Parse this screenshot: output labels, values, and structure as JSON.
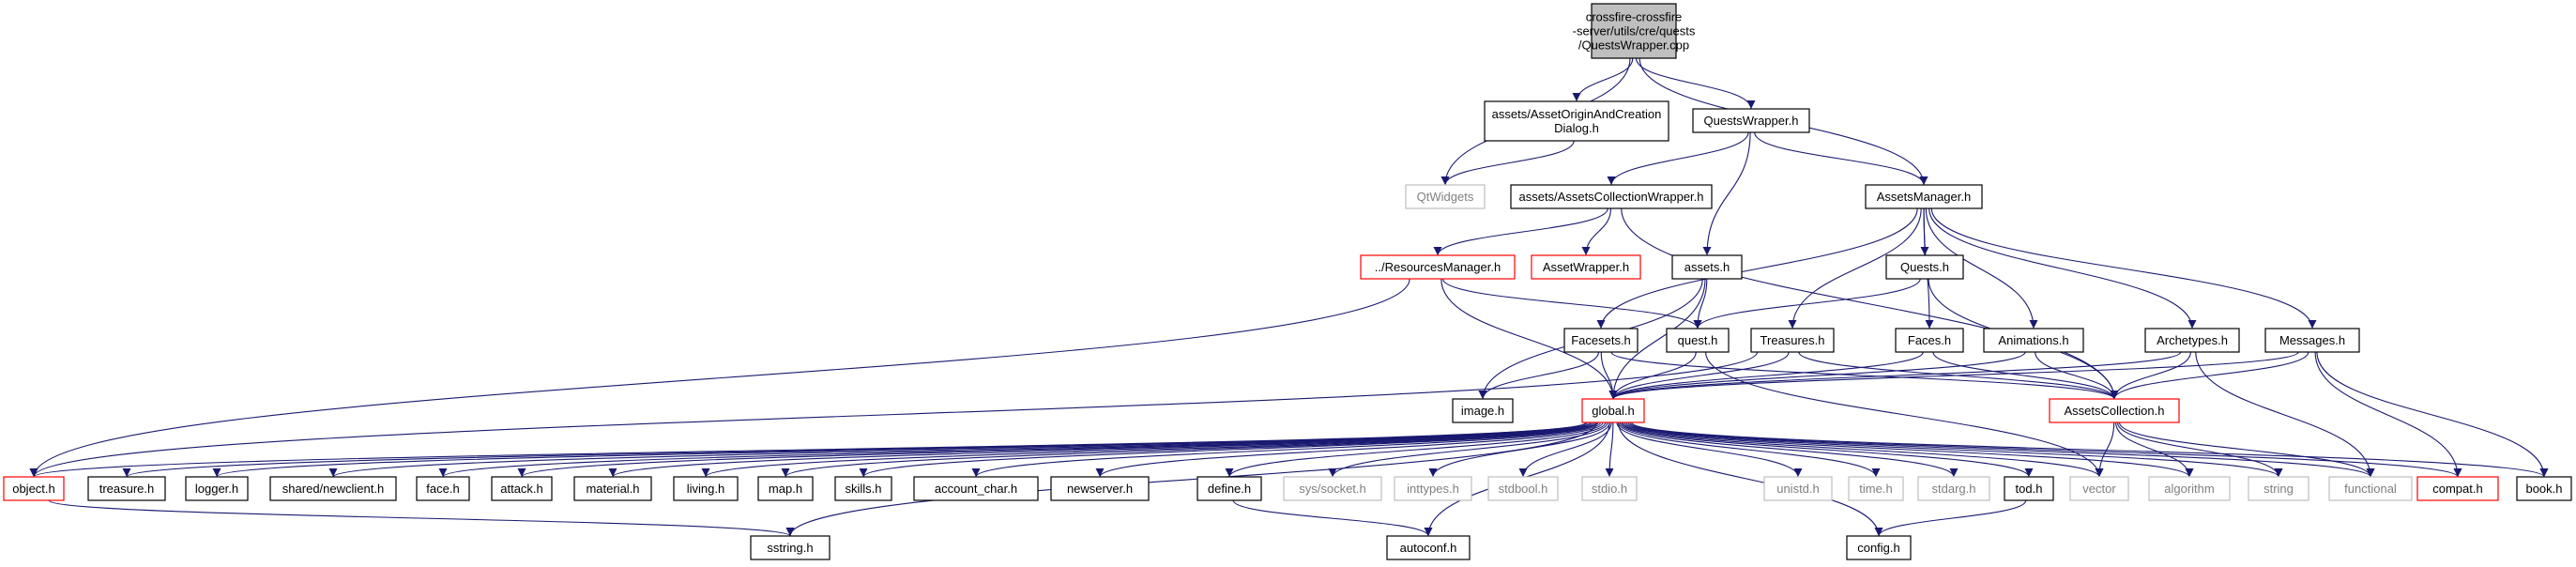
{
  "colors": {
    "edge": "#191970",
    "border_default": "#000000",
    "border_truncated": "#ff0000",
    "border_external": "#bfbfbf",
    "root_fill": "#bfbfbf",
    "text_default": "#000000",
    "text_truncated": "#ff0000",
    "text_external": "#7f7f7f"
  },
  "graph": {
    "nodes": [
      {
        "id": "root",
        "lines": [
          "crossfire-crossfire",
          "-server/utils/cre/quests",
          "/QuestsWrapper.cpp"
        ],
        "kind": "root"
      },
      {
        "id": "assetorigin",
        "lines": [
          "assets/AssetOriginAndCreation",
          "Dialog.h"
        ],
        "kind": "normal"
      },
      {
        "id": "questswrapper",
        "lines": [
          "QuestsWrapper.h"
        ],
        "kind": "normal"
      },
      {
        "id": "qtwidgets",
        "lines": [
          "QtWidgets"
        ],
        "kind": "external"
      },
      {
        "id": "assetscollwrapper",
        "lines": [
          "assets/AssetsCollectionWrapper.h"
        ],
        "kind": "normal"
      },
      {
        "id": "assetsmanager",
        "lines": [
          "AssetsManager.h"
        ],
        "kind": "normal"
      },
      {
        "id": "resourcesmanager",
        "lines": [
          "../ResourcesManager.h"
        ],
        "kind": "truncated"
      },
      {
        "id": "assetwrapper",
        "lines": [
          "AssetWrapper.h"
        ],
        "kind": "truncated"
      },
      {
        "id": "assets",
        "lines": [
          "assets.h"
        ],
        "kind": "normal"
      },
      {
        "id": "quests",
        "lines": [
          "Quests.h"
        ],
        "kind": "normal"
      },
      {
        "id": "facesets",
        "lines": [
          "Facesets.h"
        ],
        "kind": "normal"
      },
      {
        "id": "quest",
        "lines": [
          "quest.h"
        ],
        "kind": "normal"
      },
      {
        "id": "treasures",
        "lines": [
          "Treasures.h"
        ],
        "kind": "normal"
      },
      {
        "id": "faces",
        "lines": [
          "Faces.h"
        ],
        "kind": "normal"
      },
      {
        "id": "animations",
        "lines": [
          "Animations.h"
        ],
        "kind": "normal"
      },
      {
        "id": "archetypes",
        "lines": [
          "Archetypes.h"
        ],
        "kind": "normal"
      },
      {
        "id": "messages",
        "lines": [
          "Messages.h"
        ],
        "kind": "normal"
      },
      {
        "id": "image",
        "lines": [
          "image.h"
        ],
        "kind": "normal"
      },
      {
        "id": "global",
        "lines": [
          "global.h"
        ],
        "kind": "truncated"
      },
      {
        "id": "assetscollection",
        "lines": [
          "AssetsCollection.h"
        ],
        "kind": "truncated"
      },
      {
        "id": "object",
        "lines": [
          "object.h"
        ],
        "kind": "truncated"
      },
      {
        "id": "treasure",
        "lines": [
          "treasure.h"
        ],
        "kind": "normal"
      },
      {
        "id": "logger",
        "lines": [
          "logger.h"
        ],
        "kind": "normal"
      },
      {
        "id": "newclient",
        "lines": [
          "shared/newclient.h"
        ],
        "kind": "normal"
      },
      {
        "id": "face",
        "lines": [
          "face.h"
        ],
        "kind": "normal"
      },
      {
        "id": "attack",
        "lines": [
          "attack.h"
        ],
        "kind": "normal"
      },
      {
        "id": "material",
        "lines": [
          "material.h"
        ],
        "kind": "normal"
      },
      {
        "id": "living",
        "lines": [
          "living.h"
        ],
        "kind": "normal"
      },
      {
        "id": "map",
        "lines": [
          "map.h"
        ],
        "kind": "normal"
      },
      {
        "id": "skills",
        "lines": [
          "skills.h"
        ],
        "kind": "normal"
      },
      {
        "id": "accountchar",
        "lines": [
          "account_char.h"
        ],
        "kind": "normal"
      },
      {
        "id": "newserver",
        "lines": [
          "newserver.h"
        ],
        "kind": "normal"
      },
      {
        "id": "define",
        "lines": [
          "define.h"
        ],
        "kind": "normal"
      },
      {
        "id": "syssocket",
        "lines": [
          "sys/socket.h"
        ],
        "kind": "external"
      },
      {
        "id": "inttypes",
        "lines": [
          "inttypes.h"
        ],
        "kind": "external"
      },
      {
        "id": "stdbool",
        "lines": [
          "stdbool.h"
        ],
        "kind": "external"
      },
      {
        "id": "stdio",
        "lines": [
          "stdio.h"
        ],
        "kind": "external"
      },
      {
        "id": "unistd",
        "lines": [
          "unistd.h"
        ],
        "kind": "external"
      },
      {
        "id": "time",
        "lines": [
          "time.h"
        ],
        "kind": "external"
      },
      {
        "id": "stdarg",
        "lines": [
          "stdarg.h"
        ],
        "kind": "external"
      },
      {
        "id": "tod",
        "lines": [
          "tod.h"
        ],
        "kind": "normal"
      },
      {
        "id": "vector",
        "lines": [
          "vector"
        ],
        "kind": "external"
      },
      {
        "id": "algorithm",
        "lines": [
          "algorithm"
        ],
        "kind": "external"
      },
      {
        "id": "string",
        "lines": [
          "string"
        ],
        "kind": "external"
      },
      {
        "id": "functional",
        "lines": [
          "functional"
        ],
        "kind": "external"
      },
      {
        "id": "compat",
        "lines": [
          "compat.h"
        ],
        "kind": "truncated"
      },
      {
        "id": "book",
        "lines": [
          "book.h"
        ],
        "kind": "normal"
      },
      {
        "id": "sstring",
        "lines": [
          "sstring.h"
        ],
        "kind": "normal"
      },
      {
        "id": "autoconf",
        "lines": [
          "autoconf.h"
        ],
        "kind": "normal"
      },
      {
        "id": "config",
        "lines": [
          "config.h"
        ],
        "kind": "normal"
      }
    ],
    "edges": [
      [
        "root",
        "qtwidgets"
      ],
      [
        "root",
        "assetorigin"
      ],
      [
        "root",
        "questswrapper"
      ],
      [
        "root",
        "assetsmanager"
      ],
      [
        "assetorigin",
        "qtwidgets"
      ],
      [
        "questswrapper",
        "assetscollwrapper"
      ],
      [
        "questswrapper",
        "assetsmanager"
      ],
      [
        "questswrapper",
        "assets"
      ],
      [
        "assetscollwrapper",
        "resourcesmanager"
      ],
      [
        "assetscollwrapper",
        "assetwrapper"
      ],
      [
        "assetscollwrapper",
        "assetscollection"
      ],
      [
        "assetsmanager",
        "quests"
      ],
      [
        "assetsmanager",
        "facesets"
      ],
      [
        "assetsmanager",
        "treasures"
      ],
      [
        "assetsmanager",
        "faces"
      ],
      [
        "assetsmanager",
        "animations"
      ],
      [
        "assetsmanager",
        "archetypes"
      ],
      [
        "assetsmanager",
        "messages"
      ],
      [
        "resourcesmanager",
        "object"
      ],
      [
        "resourcesmanager",
        "quest"
      ],
      [
        "resourcesmanager",
        "global"
      ],
      [
        "assets",
        "quest"
      ],
      [
        "assets",
        "global"
      ],
      [
        "assets",
        "image"
      ],
      [
        "quests",
        "quest"
      ],
      [
        "quests",
        "assetscollection"
      ],
      [
        "facesets",
        "image"
      ],
      [
        "facesets",
        "global"
      ],
      [
        "facesets",
        "assetscollection"
      ],
      [
        "quest",
        "global"
      ],
      [
        "quest",
        "vector"
      ],
      [
        "treasures",
        "global"
      ],
      [
        "treasures",
        "assetscollection"
      ],
      [
        "treasures",
        "object"
      ],
      [
        "faces",
        "global"
      ],
      [
        "faces",
        "assetscollection"
      ],
      [
        "animations",
        "global"
      ],
      [
        "animations",
        "assetscollection"
      ],
      [
        "archetypes",
        "global"
      ],
      [
        "archetypes",
        "assetscollection"
      ],
      [
        "archetypes",
        "functional"
      ],
      [
        "messages",
        "global"
      ],
      [
        "messages",
        "assetscollection"
      ],
      [
        "messages",
        "compat"
      ],
      [
        "messages",
        "book"
      ],
      [
        "global",
        "object"
      ],
      [
        "global",
        "treasure"
      ],
      [
        "global",
        "logger"
      ],
      [
        "global",
        "newclient"
      ],
      [
        "global",
        "face"
      ],
      [
        "global",
        "attack"
      ],
      [
        "global",
        "material"
      ],
      [
        "global",
        "living"
      ],
      [
        "global",
        "map"
      ],
      [
        "global",
        "skills"
      ],
      [
        "global",
        "accountchar"
      ],
      [
        "global",
        "newserver"
      ],
      [
        "global",
        "define"
      ],
      [
        "global",
        "syssocket"
      ],
      [
        "global",
        "inttypes"
      ],
      [
        "global",
        "stdbool"
      ],
      [
        "global",
        "stdio"
      ],
      [
        "global",
        "unistd"
      ],
      [
        "global",
        "time"
      ],
      [
        "global",
        "stdarg"
      ],
      [
        "global",
        "tod"
      ],
      [
        "global",
        "vector"
      ],
      [
        "global",
        "algorithm"
      ],
      [
        "global",
        "string"
      ],
      [
        "global",
        "functional"
      ],
      [
        "global",
        "compat"
      ],
      [
        "global",
        "book"
      ],
      [
        "global",
        "sstring"
      ],
      [
        "global",
        "autoconf"
      ],
      [
        "global",
        "config"
      ],
      [
        "assetscollection",
        "vector"
      ],
      [
        "assetscollection",
        "algorithm"
      ],
      [
        "assetscollection",
        "string"
      ],
      [
        "assetscollection",
        "functional"
      ],
      [
        "object",
        "sstring"
      ],
      [
        "define",
        "autoconf"
      ],
      [
        "tod",
        "config"
      ]
    ]
  }
}
